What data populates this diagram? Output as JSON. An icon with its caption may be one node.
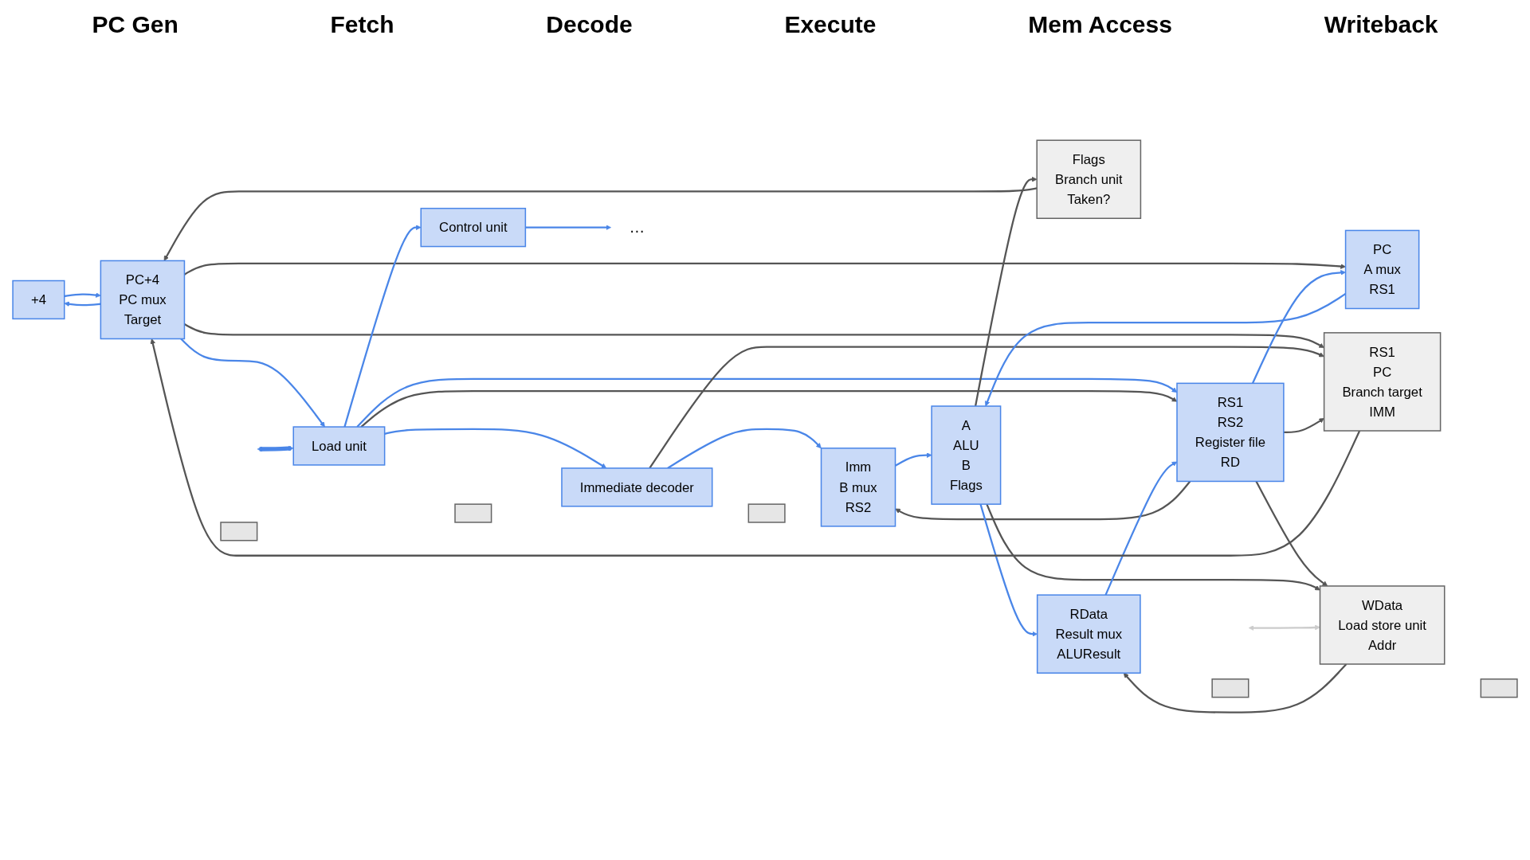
{
  "diagram": {
    "nodes": [
      {
        "text": [
          "+4"
        ]
      },
      {
        "text": [
          "PC+4",
          "PC mux",
          "Target"
        ]
      },
      {
        "text": [
          "Load unit"
        ]
      },
      {
        "text": [
          "Control unit"
        ]
      },
      {
        "text": [
          "Immediate decoder"
        ]
      },
      {
        "text": [
          "RS1",
          "RS2",
          "Register file",
          "RD"
        ]
      },
      {
        "text": [
          "PC",
          "A mux",
          "RS1"
        ]
      },
      {
        "text": [
          "Imm",
          "B mux",
          "RS2"
        ]
      },
      {
        "text": [
          "RS1",
          "PC",
          "Branch target",
          "IMM"
        ]
      },
      {
        "text": [
          "A",
          "ALU",
          "B",
          "Flags"
        ]
      },
      {
        "text": [
          "WData",
          "Load store unit",
          "Addr"
        ]
      },
      {
        "text": [
          "Flags",
          "Branch unit",
          "Taken?"
        ]
      },
      {
        "text": [
          "RData",
          "Result mux",
          "ALUResult"
        ]
      },
      {
        "text": [
          "…"
        ]
      },
      {
        "text": [],
        "shape": "bar"
      },
      {
        "text": [],
        "shape": "bar"
      },
      {
        "text": [],
        "shape": "bar"
      },
      {
        "text": [],
        "shape": "bar"
      },
      {
        "text": [],
        "shape": "bar"
      }
    ],
    "edges": [
      {
        "from": 1,
        "to": 0,
        "arrow": "to"
      },
      {
        "from": 0,
        "to": 1,
        "arrow": "to"
      },
      {
        "from": 1,
        "to": 2,
        "arrow": "to"
      },
      {
        "from": null,
        "to": 2,
        "arrow": "both",
        "style": "thick"
      },
      {
        "from": 1,
        "to": 6,
        "arrow": "to",
        "color": "#555555"
      },
      {
        "from": 1,
        "to": 8,
        "arrow": "to",
        "color": "#555555"
      },
      {
        "from": 2,
        "to": 3,
        "arrow": "to"
      },
      {
        "from": 2,
        "to": 4,
        "arrow": "to"
      },
      {
        "from": 2,
        "to": 5,
        "arrow": "to"
      },
      {
        "from": 2,
        "to": 5,
        "arrow": "to",
        "color": "#555555"
      },
      {
        "from": 3,
        "to": 13,
        "arrow": "to"
      },
      {
        "from": 4,
        "to": 7,
        "arrow": "to"
      },
      {
        "from": 4,
        "to": 8,
        "arrow": "to",
        "color": "#555555"
      },
      {
        "from": 5,
        "to": 6,
        "arrow": "to"
      },
      {
        "from": 5,
        "to": 8,
        "arrow": "to",
        "color": "#555555"
      },
      {
        "from": 5,
        "to": 7,
        "arrow": "to",
        "color": "#555555"
      },
      {
        "from": 5,
        "to": 10,
        "arrow": "to",
        "color": "#555555"
      },
      {
        "from": 6,
        "to": 9,
        "arrow": "to"
      },
      {
        "from": 7,
        "to": 9,
        "arrow": "to"
      },
      {
        "from": 9,
        "to": 12,
        "arrow": "to"
      },
      {
        "from": 9,
        "to": 10,
        "arrow": "to",
        "color": "#555555"
      },
      {
        "from": 9,
        "to": 11,
        "arrow": "to",
        "color": "#555555"
      },
      {
        "from": null,
        "to": 10,
        "arrow": "both",
        "color": "#cccccc"
      },
      {
        "from": 10,
        "to": 12,
        "arrow": "to",
        "color": "#555555"
      },
      {
        "from": 12,
        "to": 5,
        "arrow": "to"
      },
      {
        "from": 8,
        "to": 1,
        "arrow": "to",
        "color": "#555555"
      },
      {
        "from": 11,
        "to": 1,
        "arrow": "to",
        "color": "#555555"
      }
    ],
    "labels": [
      "PC Gen",
      "Fetch",
      "Decode",
      "Execute",
      "Mem Access",
      "Writeback"
    ]
  }
}
